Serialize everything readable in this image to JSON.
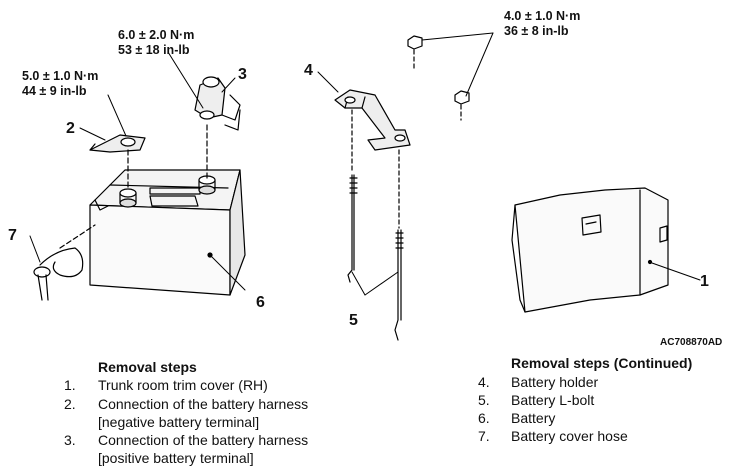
{
  "figure_code": "AC708870AD",
  "torques": {
    "t1": {
      "nm": "5.0 ± 1.0 N·m",
      "inlb": "44 ± 9 in-lb"
    },
    "t2": {
      "nm": "6.0 ± 2.0 N·m",
      "inlb": "53 ± 18 in-lb"
    },
    "t3": {
      "nm": "4.0 ± 1.0 N·m",
      "inlb": "36 ± 8 in-lb"
    }
  },
  "callouts": [
    "1",
    "2",
    "3",
    "4",
    "5",
    "6",
    "7"
  ],
  "removal_steps": {
    "title": "Removal steps",
    "items": [
      {
        "num": "1.",
        "text": "Trunk room trim cover (RH)"
      },
      {
        "num": "2.",
        "line1": "Connection of the battery harness",
        "line2": "[negative battery terminal]"
      },
      {
        "num": "3.",
        "line1": "Connection of the battery harness",
        "line2": "[positive battery terminal]"
      }
    ]
  },
  "removal_steps_cont": {
    "title": "Removal steps (Continued)",
    "items": [
      {
        "num": "4.",
        "text": "Battery holder"
      },
      {
        "num": "5.",
        "text": "Battery L-bolt"
      },
      {
        "num": "6.",
        "text": "Battery"
      },
      {
        "num": "7.",
        "text": "Battery cover hose"
      }
    ]
  }
}
